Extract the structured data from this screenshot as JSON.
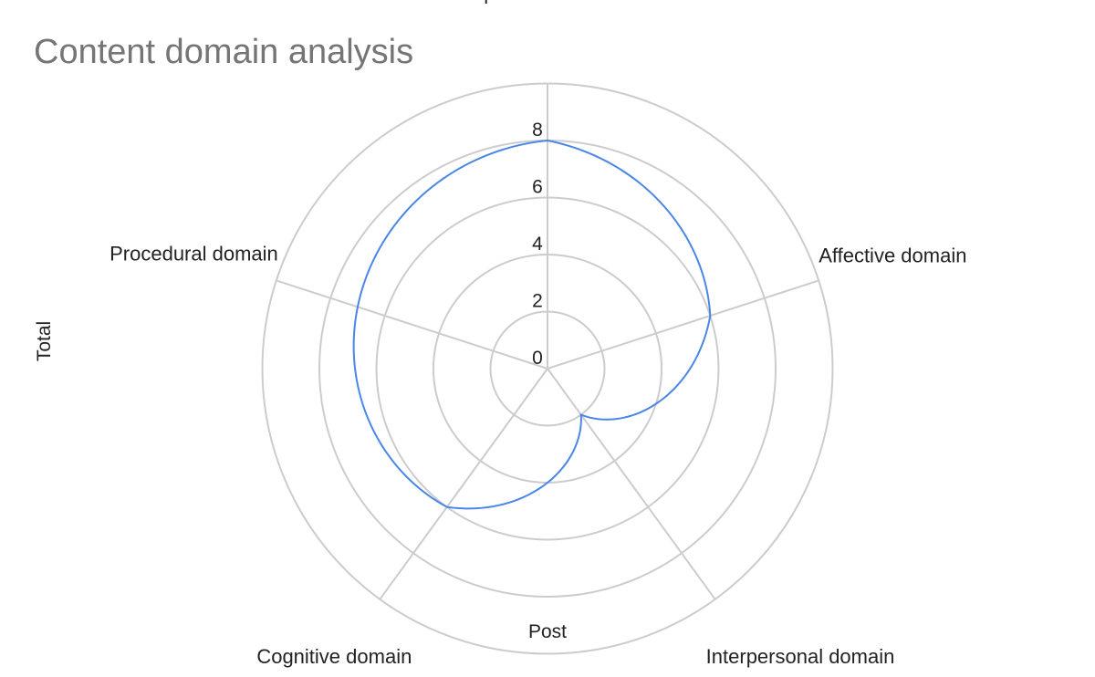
{
  "chart_data": {
    "type": "radar",
    "title": "Content domain analysis",
    "ylabel": "Total",
    "xlabel": "Post",
    "categories": [
      "Dispositional domain",
      "Affective domain",
      "Interpersonal domain",
      "Cognitive domain",
      "Procedural domain"
    ],
    "ticks": [
      "0",
      "2",
      "4",
      "6",
      "8"
    ],
    "rlim": [
      0,
      8
    ],
    "grid": true,
    "legend": "none",
    "series": [
      {
        "values": [
          8,
          6,
          2,
          6,
          7
        ],
        "color": "#4a86e8"
      }
    ]
  }
}
